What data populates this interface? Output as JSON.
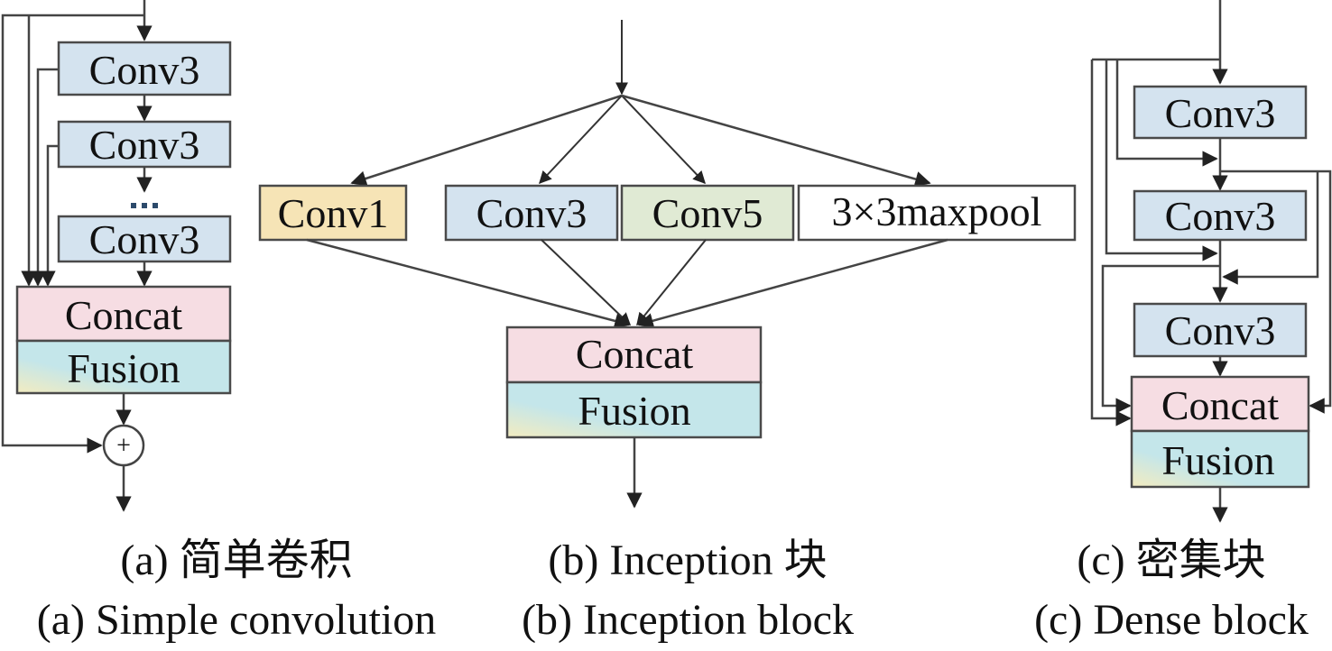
{
  "colors": {
    "conv3": "#d4e3ef",
    "conv1": "#f6e4b6",
    "conv5": "#e0ead4",
    "maxpool": "#ffffff",
    "concat": "#f6dde3",
    "fusion_left": "#f3ecc0",
    "fusion_right": "#c4e6ea",
    "stroke": "#4a4a4a"
  },
  "panel_a": {
    "blocks": [
      {
        "label": "Conv3"
      },
      {
        "label": "Conv3"
      },
      {
        "label": "Conv3"
      }
    ],
    "ellipsis": "···",
    "concat": "Concat",
    "fusion": "Fusion",
    "add_symbol": "+",
    "caption_zh": "(a) 简单卷积",
    "caption_en": "(a) Simple convolution"
  },
  "panel_b": {
    "branches": [
      {
        "label": "Conv1"
      },
      {
        "label": "Conv3"
      },
      {
        "label": "Conv5"
      },
      {
        "label": "3×3maxpool"
      }
    ],
    "concat": "Concat",
    "fusion": "Fusion",
    "caption_zh": "(b) Inception 块",
    "caption_en": "(b) Inception block"
  },
  "panel_c": {
    "blocks": [
      {
        "label": "Conv3"
      },
      {
        "label": "Conv3"
      },
      {
        "label": "Conv3"
      }
    ],
    "concat": "Concat",
    "fusion": "Fusion",
    "caption_zh": "(c) 密集块",
    "caption_en": "(c) Dense block"
  }
}
